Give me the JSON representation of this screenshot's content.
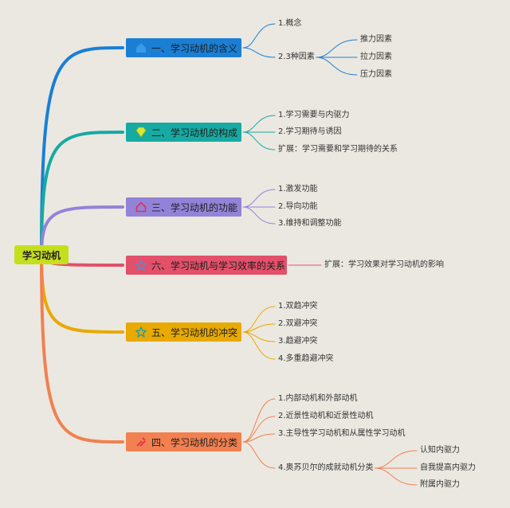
{
  "root": {
    "label": "学习动机",
    "color": "#c6df1c"
  },
  "branches": [
    {
      "label": "一、学习动机的含义",
      "color": "#1a7fd4",
      "icon": "house-icon",
      "leaves": [
        "1.概念",
        "2.3种因素"
      ],
      "sub": [
        "推力因素",
        "拉力因素",
        "压力因素"
      ]
    },
    {
      "label": "二、学习动机的构成",
      "color": "#16aaa2",
      "icon": "diamond-icon",
      "leaves": [
        "1.学习需要与内驱力",
        "2.学习期待与诱因",
        "扩展：学习需要和学习期待的关系"
      ]
    },
    {
      "label": "三、学习动机的功能",
      "color": "#9283d8",
      "icon": "house-icon",
      "leaves": [
        "1.激发功能",
        "2.导向功能",
        "3.维持和调整功能"
      ]
    },
    {
      "label": "六、学习动机与学习效率的关系",
      "color": "#e2506a",
      "icon": "star-icon",
      "leaves": [
        "扩展：学习效果对学习动机的影响"
      ]
    },
    {
      "label": "五、学习动机的冲突",
      "color": "#e8a900",
      "icon": "star-icon",
      "leaves": [
        "1.双趋冲突",
        "2.双避冲突",
        "3.趋避冲突",
        "4.多重趋避冲突"
      ]
    },
    {
      "label": "四、学习动机的分类",
      "color": "#f28050",
      "icon": "tools-icon",
      "leaves": [
        "1.内部动机和外部动机",
        "2.近景性动机和近景性动机",
        "3.主导性学习动机和从属性学习动机",
        "4.奥苏贝尔的成就动机分类"
      ],
      "sub": [
        "认知内驱力",
        "自我提高内驱力",
        "附属内驱力"
      ]
    }
  ]
}
